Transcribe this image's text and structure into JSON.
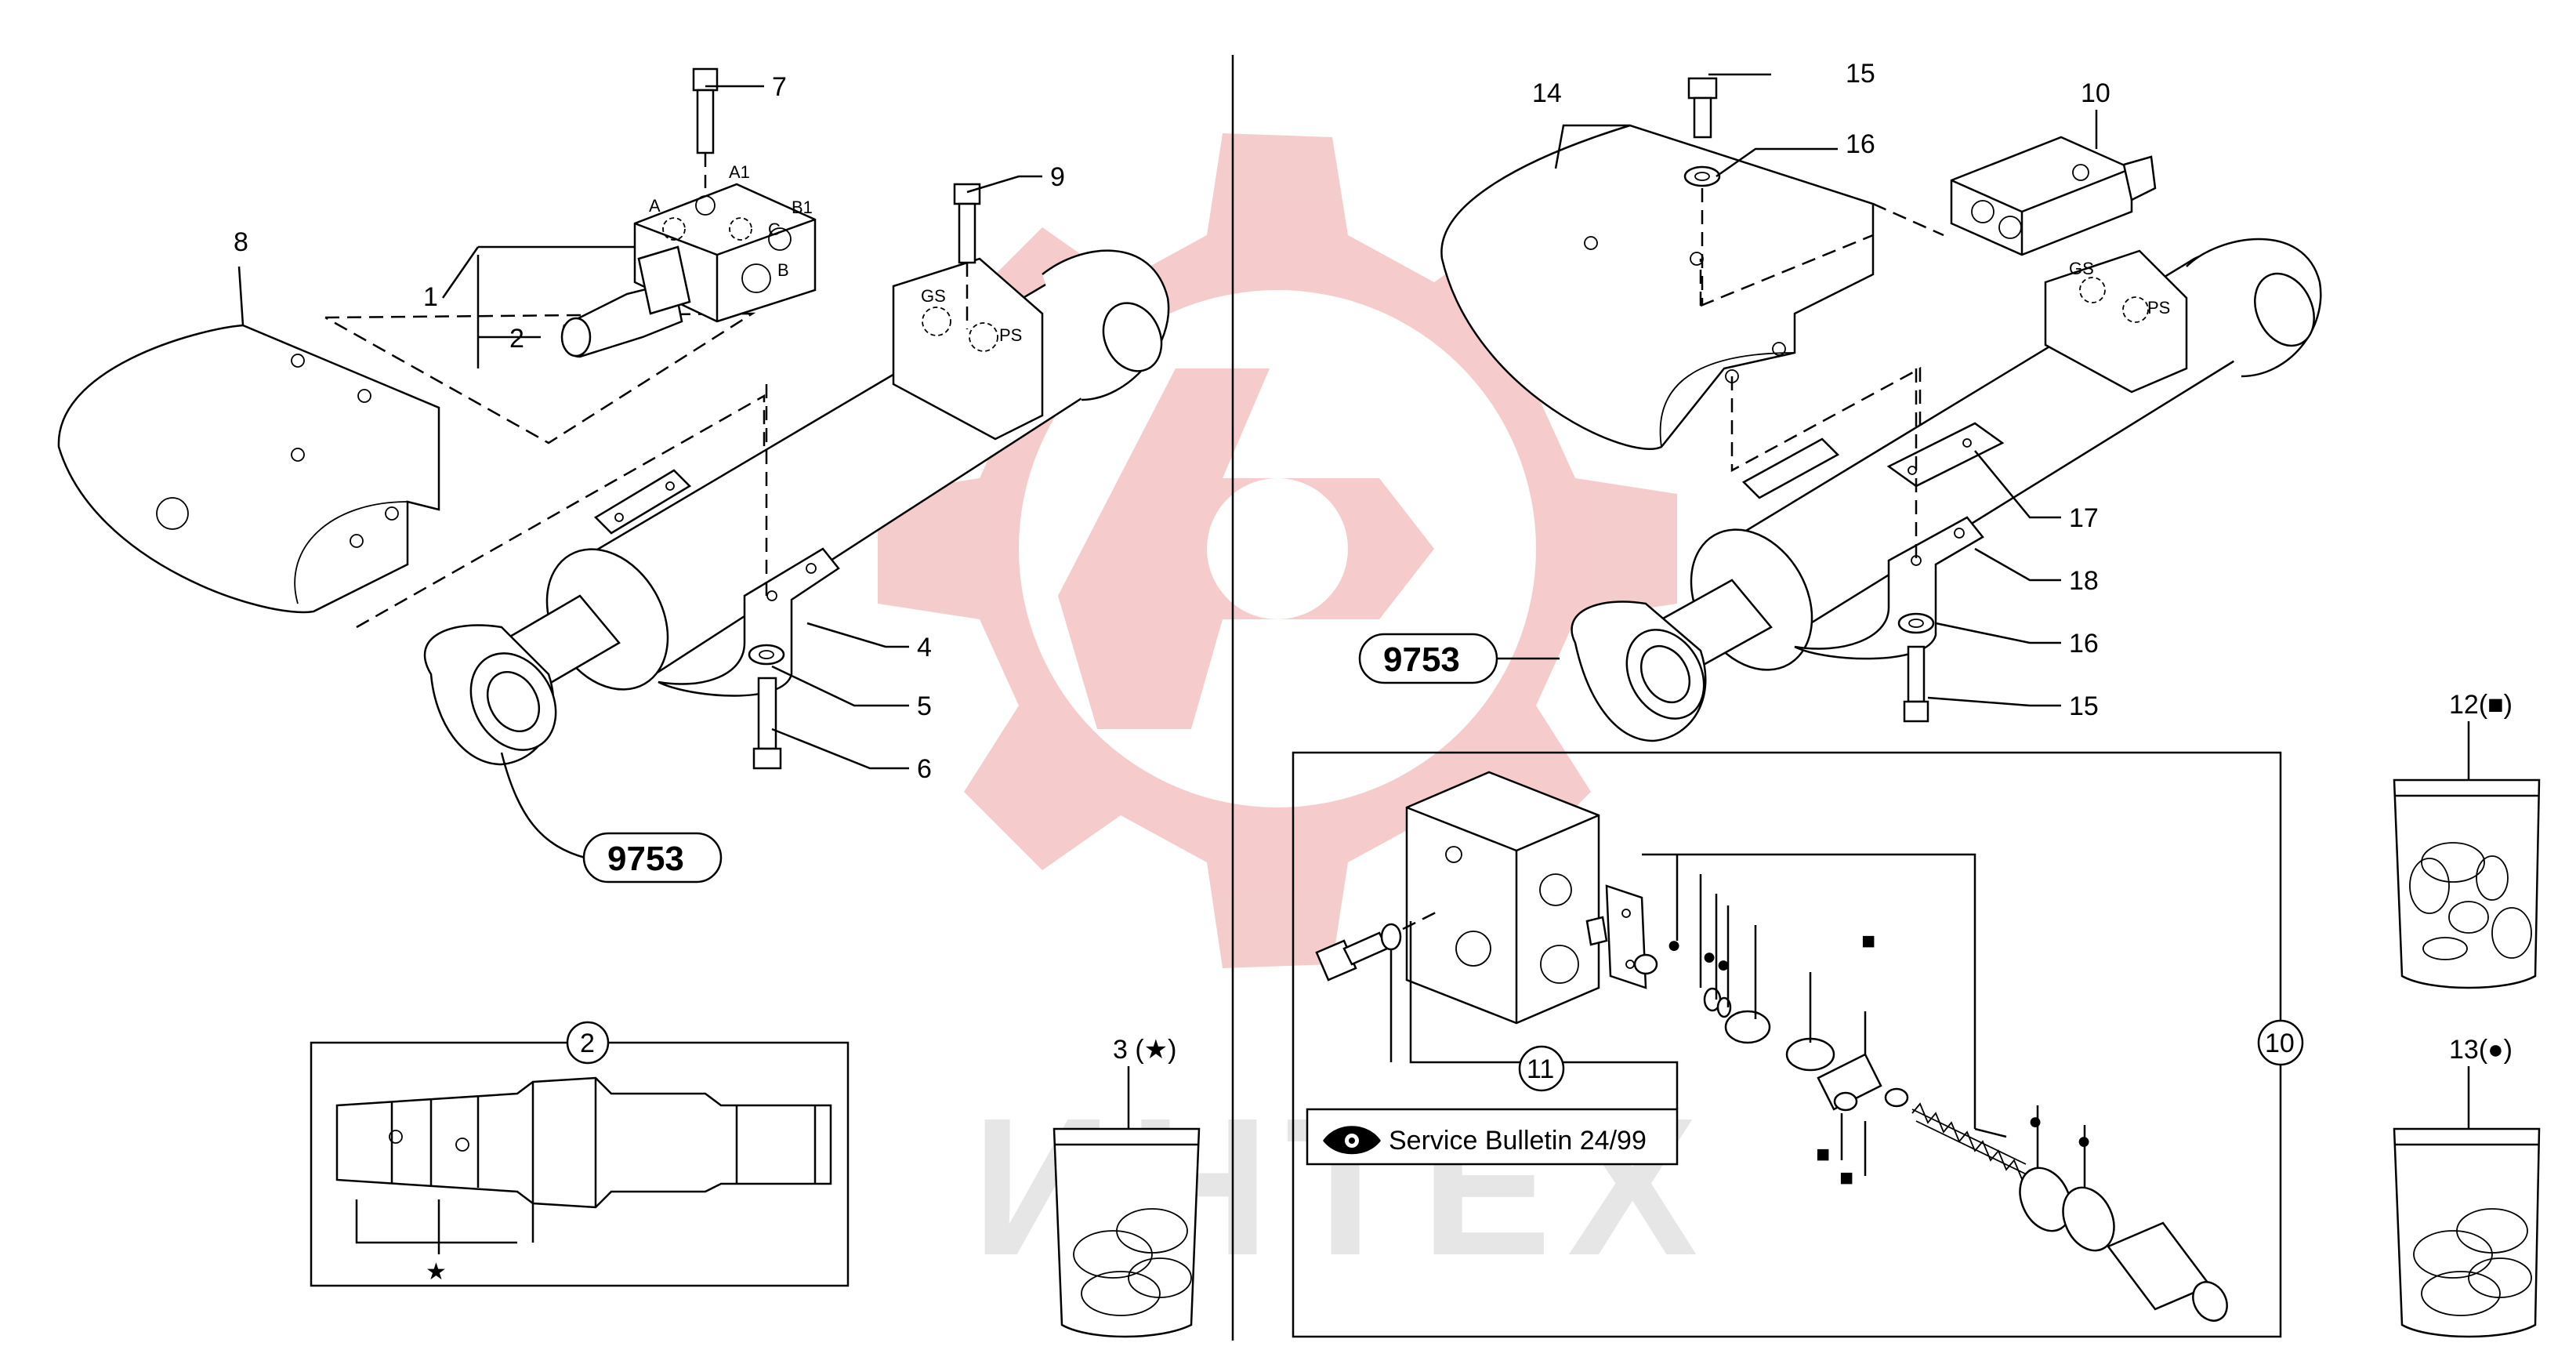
{
  "watermark": {
    "text": "ИНТЕХ",
    "gear_color": "#f4c6c6",
    "text_color": "#e6e6e6"
  },
  "left_view": {
    "callouts": [
      "1",
      "2",
      "4",
      "5",
      "6",
      "7",
      "8",
      "9"
    ],
    "port_labels": [
      "A",
      "A1",
      "B",
      "B1",
      "C",
      "GS",
      "PS"
    ],
    "kit_ref": "9753"
  },
  "right_view": {
    "callouts": [
      "10",
      "14",
      "15",
      "16",
      "17",
      "18",
      "16",
      "15"
    ],
    "port_labels": [
      "GS",
      "PS"
    ],
    "kit_ref": "9753"
  },
  "detail_2": {
    "callout": "2",
    "marker": "★"
  },
  "bag_3": {
    "label": "3 (★)"
  },
  "detail_10": {
    "callout": "10",
    "sub_callout": "11",
    "service_note": "Service Bulletin 24/99",
    "markers": [
      "●",
      "■"
    ]
  },
  "bag_12": {
    "label": "12(■)"
  },
  "bag_13": {
    "label": "13(●)"
  }
}
